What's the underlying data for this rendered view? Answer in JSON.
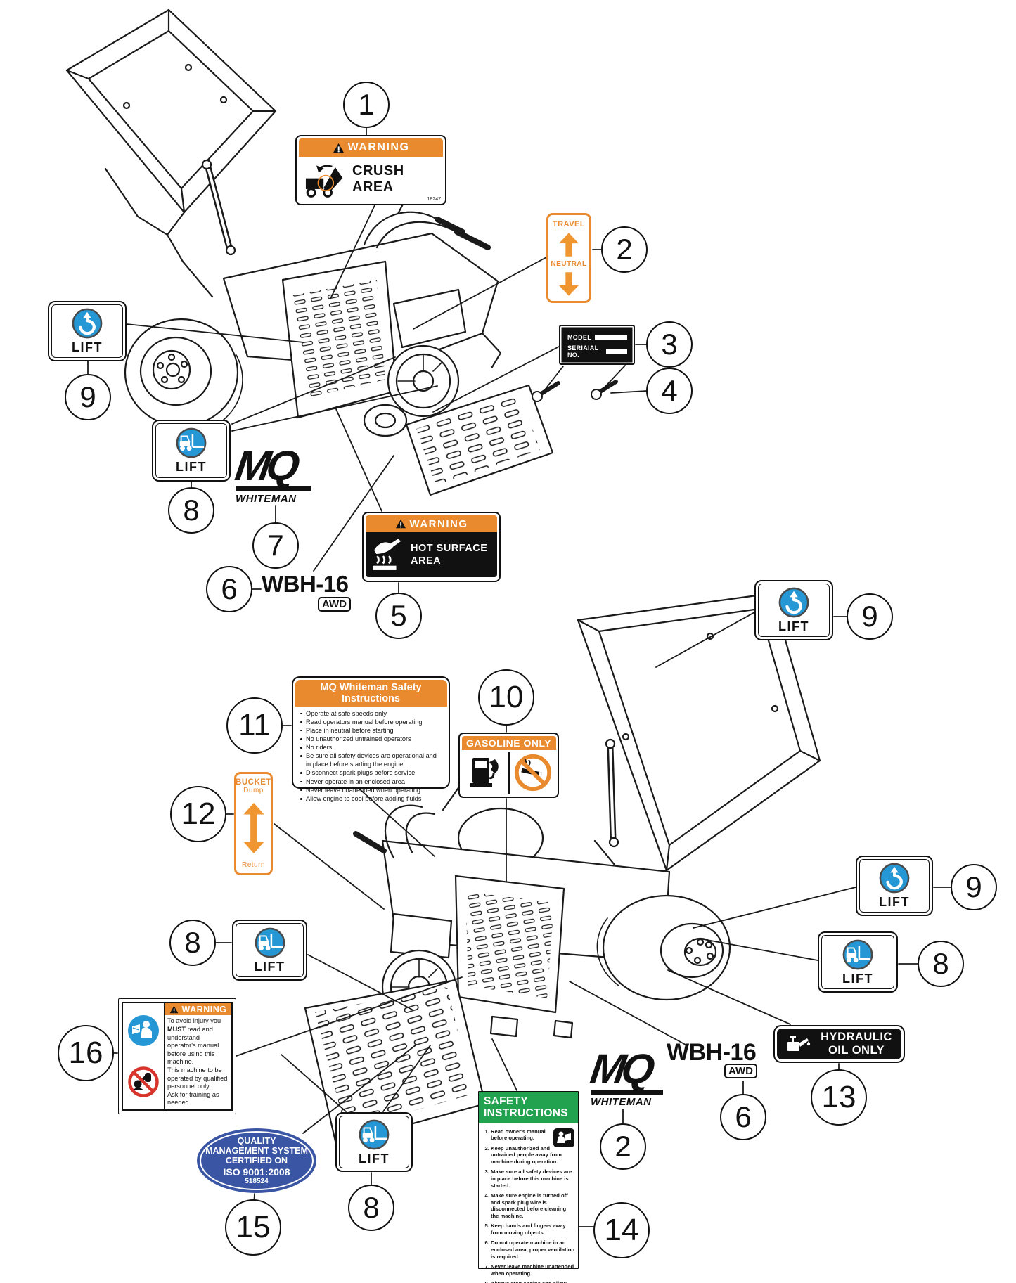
{
  "callouts": [
    "1",
    "2",
    "3",
    "4",
    "9",
    "8",
    "7",
    "6",
    "5",
    "9",
    "11",
    "10",
    "12",
    "9",
    "8",
    "8",
    "16",
    "13",
    "6",
    "2",
    "15",
    "8",
    "14"
  ],
  "decals": {
    "crush": {
      "header": "WARNING",
      "body": "CRUSH AREA",
      "code": "18247"
    },
    "travel_neutral": {
      "top": "TRAVEL",
      "bottom": "NEUTRAL"
    },
    "model_plate": {
      "row1": "MODEL",
      "row2": "SERIAIAL NO."
    },
    "hot_surface": {
      "header": "WARNING",
      "line1": "HOT SURFACE",
      "line2": "AREA"
    },
    "lift": {
      "label": "LIFT"
    },
    "mq_logo": {
      "mq": "MQ",
      "whiteman": "WHITEMAN"
    },
    "model_name": {
      "text": "WBH-16",
      "badge": "AWD"
    },
    "mq_safety": {
      "header": "MQ Whiteman Safety Instructions",
      "bullets": [
        "Operate at safe speeds only",
        "Read operators manual before operating",
        "Place in neutral before starting",
        "No unauthorized untrained operators",
        "No riders",
        "Be sure all safety devices are operational and in place before starting the engine",
        "Disconnect spark plugs before service",
        "Never operate in an enclosed area",
        "Never leave unattended when operating",
        "Allow engine to cool before adding fluids"
      ]
    },
    "gasoline": {
      "header": "GASOLINE ONLY"
    },
    "bucket_control": {
      "title": "BUCKET",
      "top": "Dump",
      "bottom": "Return"
    },
    "hydraulic": {
      "line1": "HYDRAULIC",
      "line2": "OIL ONLY"
    },
    "operator_warning": {
      "header": "WARNING",
      "seg1": "To avoid injury you ",
      "bold": "MUST",
      "seg2": " read and understand operator's manual before using this machine.",
      "line2": "This machine to be operated by qualified personnel only.",
      "line3": "Ask for training as needed."
    },
    "iso": {
      "line1": "QUALITY",
      "line2": "MANAGEMENT SYSTEM",
      "line3": "CERTIFIED ON",
      "line4": "ISO 9001:2008",
      "line5": "518524"
    },
    "safety_instructions": {
      "header": "SAFETY INSTRUCTIONS",
      "items": [
        "Read owner's manual before operating.",
        "Keep unauthorized and untrained people away from machine during operation.",
        "Make sure all safety devices are in place before this machine is started.",
        "Make sure engine is turned off and spark plug wire is disconnected before cleaning the machine.",
        "Keep hands and fingers away from moving objects.",
        "Do not operate machine in an enclosed area, proper ventilation is required.",
        "Never leave machine unattended when operating.",
        "Always stop engine and allow engine to cool before adding fuel or oil."
      ]
    }
  },
  "colors": {
    "orange": "#E98A2F",
    "blue": "#2497D4",
    "green": "#22A14E",
    "navy": "#3A55A4",
    "red": "#D7342B",
    "black": "#111111"
  }
}
